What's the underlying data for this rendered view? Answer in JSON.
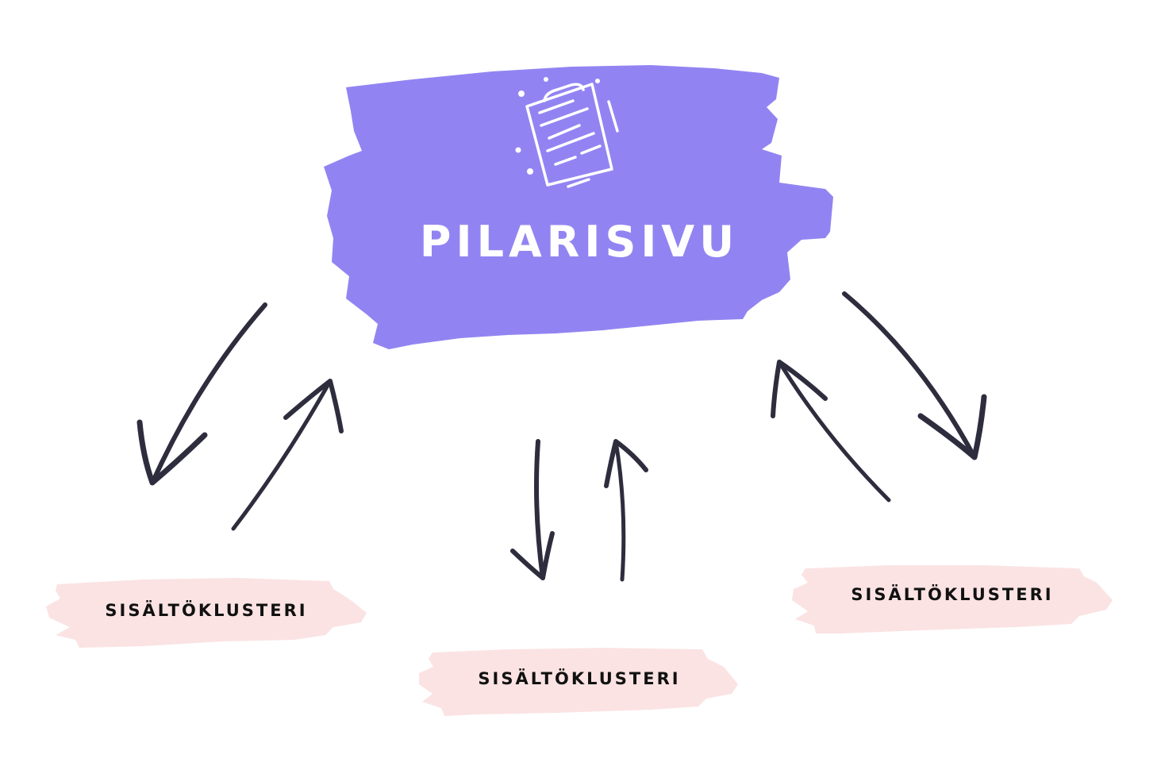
{
  "diagram": {
    "type": "pillar-cluster",
    "pillar": {
      "label": "PILARISIVU",
      "icon": "clipboard-document-icon",
      "color": "#9184f2",
      "text_color": "#ffffff"
    },
    "clusters": [
      {
        "id": "left",
        "label": "SISÄLTÖKLUSTERI"
      },
      {
        "id": "middle",
        "label": "SISÄLTÖKLUSTERI"
      },
      {
        "id": "right",
        "label": "SISÄLTÖKLUSTERI"
      }
    ],
    "cluster_color": "#fbe3e3",
    "cluster_text_color": "#111111",
    "arrow_color": "#2e2d3e",
    "connections": [
      {
        "from": "pillar",
        "to": "left",
        "direction": "bidirectional"
      },
      {
        "from": "pillar",
        "to": "middle",
        "direction": "bidirectional"
      },
      {
        "from": "pillar",
        "to": "right",
        "direction": "bidirectional"
      }
    ]
  }
}
